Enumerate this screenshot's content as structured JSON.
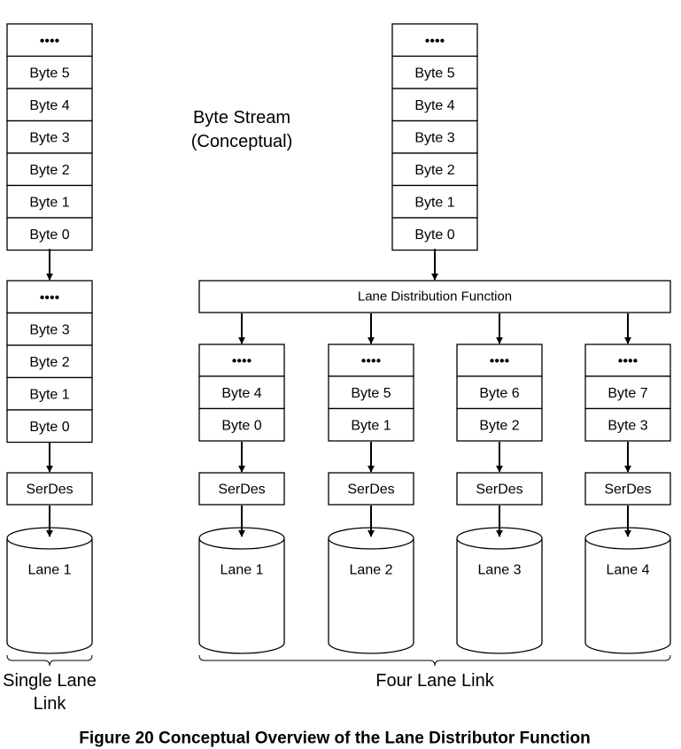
{
  "stream_label": [
    "Byte Stream",
    "(Conceptual)"
  ],
  "ellipsis": "••••",
  "single_lane": {
    "stream_bytes": [
      "Byte 5",
      "Byte 4",
      "Byte 3",
      "Byte 2",
      "Byte 1",
      "Byte 0"
    ],
    "lane_bytes": [
      "Byte 3",
      "Byte 2",
      "Byte 1",
      "Byte 0"
    ],
    "serdes": "SerDes",
    "lane": "Lane 1",
    "label": [
      "Single Lane",
      "Link"
    ]
  },
  "four_lane": {
    "stream_bytes": [
      "Byte 5",
      "Byte 4",
      "Byte 3",
      "Byte 2",
      "Byte 1",
      "Byte 0"
    ],
    "distribution": "Lane Distribution Function",
    "lanes": [
      {
        "bytes": [
          "Byte 4",
          "Byte 0"
        ],
        "serdes": "SerDes",
        "lane": "Lane 1"
      },
      {
        "bytes": [
          "Byte 5",
          "Byte 1"
        ],
        "serdes": "SerDes",
        "lane": "Lane 2"
      },
      {
        "bytes": [
          "Byte 6",
          "Byte 2"
        ],
        "serdes": "SerDes",
        "lane": "Lane 3"
      },
      {
        "bytes": [
          "Byte 7",
          "Byte 3"
        ],
        "serdes": "SerDes",
        "lane": "Lane 4"
      }
    ],
    "label": "Four Lane Link"
  },
  "caption": "Figure 20 Conceptual Overview of the Lane Distributor Function"
}
